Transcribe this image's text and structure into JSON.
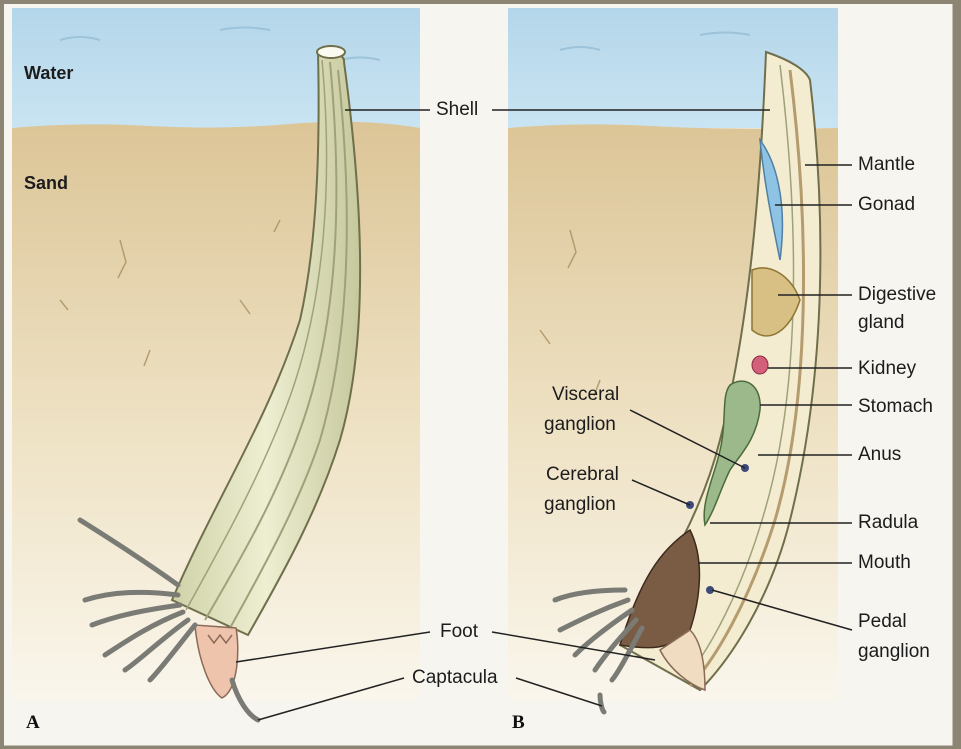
{
  "panels": [
    {
      "letter": "A"
    },
    {
      "letter": "B"
    }
  ],
  "environment": {
    "water_label": "Water",
    "sand_label": "Sand"
  },
  "labels": {
    "shell": "Shell",
    "foot": "Foot",
    "captacula": "Captacula",
    "mantle": "Mantle",
    "gonad": "Gonad",
    "digestive_gland_line1": "Digestive",
    "digestive_gland_line2": "gland",
    "kidney": "Kidney",
    "stomach": "Stomach",
    "anus": "Anus",
    "radula": "Radula",
    "mouth": "Mouth",
    "pedal_ganglion_line1": "Pedal",
    "pedal_ganglion_line2": "ganglion",
    "visceral_ganglion_line1": "Visceral",
    "visceral_ganglion_line2": "ganglion",
    "cerebral_ganglion_line1": "Cerebral",
    "cerebral_ganglion_line2": "ganglion"
  },
  "colors": {
    "water": "#bcdcee",
    "sand": "#e2cfa6",
    "shell": "#e6e6c6",
    "gonad": "#8ec3e3",
    "digestive_gland": "#d8c084",
    "kidney": "#d45f7a",
    "stomach": "#9bb98a",
    "foot": "#f0c6b0"
  }
}
